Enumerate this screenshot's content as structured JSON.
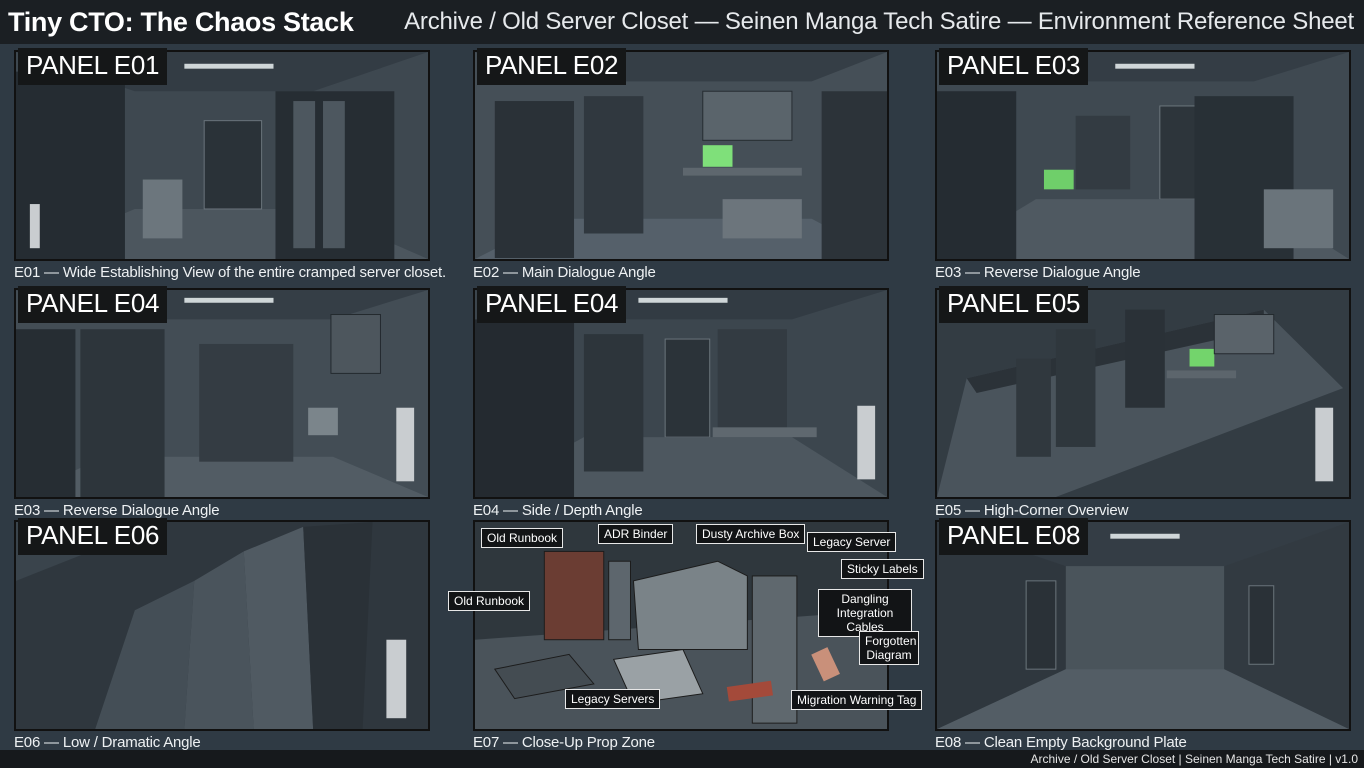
{
  "header": {
    "title": "Tiny CTO: The Chaos Stack",
    "subtitle": "Archive / Old Server Closet — Seinen Manga Tech Satire — Environment Reference Sheet"
  },
  "panels": [
    {
      "badge": "PANEL E01",
      "caption": "E01 — Wide Establishing View of the entire cramped server closet."
    },
    {
      "badge": "PANEL E02",
      "caption": "E02 — Main Dialogue Angle"
    },
    {
      "badge": "PANEL E03",
      "caption": "E03 — Reverse Dialogue Angle"
    },
    {
      "badge": "PANEL E04",
      "caption": "E03 — Reverse Dialogue Angle"
    },
    {
      "badge": "PANEL E04",
      "caption": "E04 — Side / Depth Angle"
    },
    {
      "badge": "PANEL E05",
      "caption": "E05 — High-Corner Overview"
    },
    {
      "badge": "PANEL E06",
      "caption": "E06 — Low / Dramatic Angle"
    },
    {
      "badge": "",
      "caption": "E07 — Close-Up Prop Zone"
    },
    {
      "badge": "PANEL E08",
      "caption": "E08 — Clean Empty Background Plate"
    }
  ],
  "callouts": {
    "old_runbook_top": "Old Runbook",
    "adr_binder": "ADR Binder",
    "dusty_archive_box": "Dusty Archive Box",
    "legacy_server": "Legacy Server",
    "sticky_labels": "Sticky Labels",
    "dangling_cables": "Dangling Integration Cables",
    "old_runbook_left": "Old Runbook",
    "forgotten_diagram": "Forgotten Diagram",
    "legacy_servers": "Legacy Servers",
    "migration_warning_tag": "Migration Warning Tag"
  },
  "footer": {
    "text": "Archive / Old Server Closet | Seinen Manga Tech Satire | v1.0"
  },
  "colors": {
    "background": "#2f3a44",
    "topbar": "#1b1f23",
    "badge": "#151718",
    "art_base": "#3b454e"
  }
}
